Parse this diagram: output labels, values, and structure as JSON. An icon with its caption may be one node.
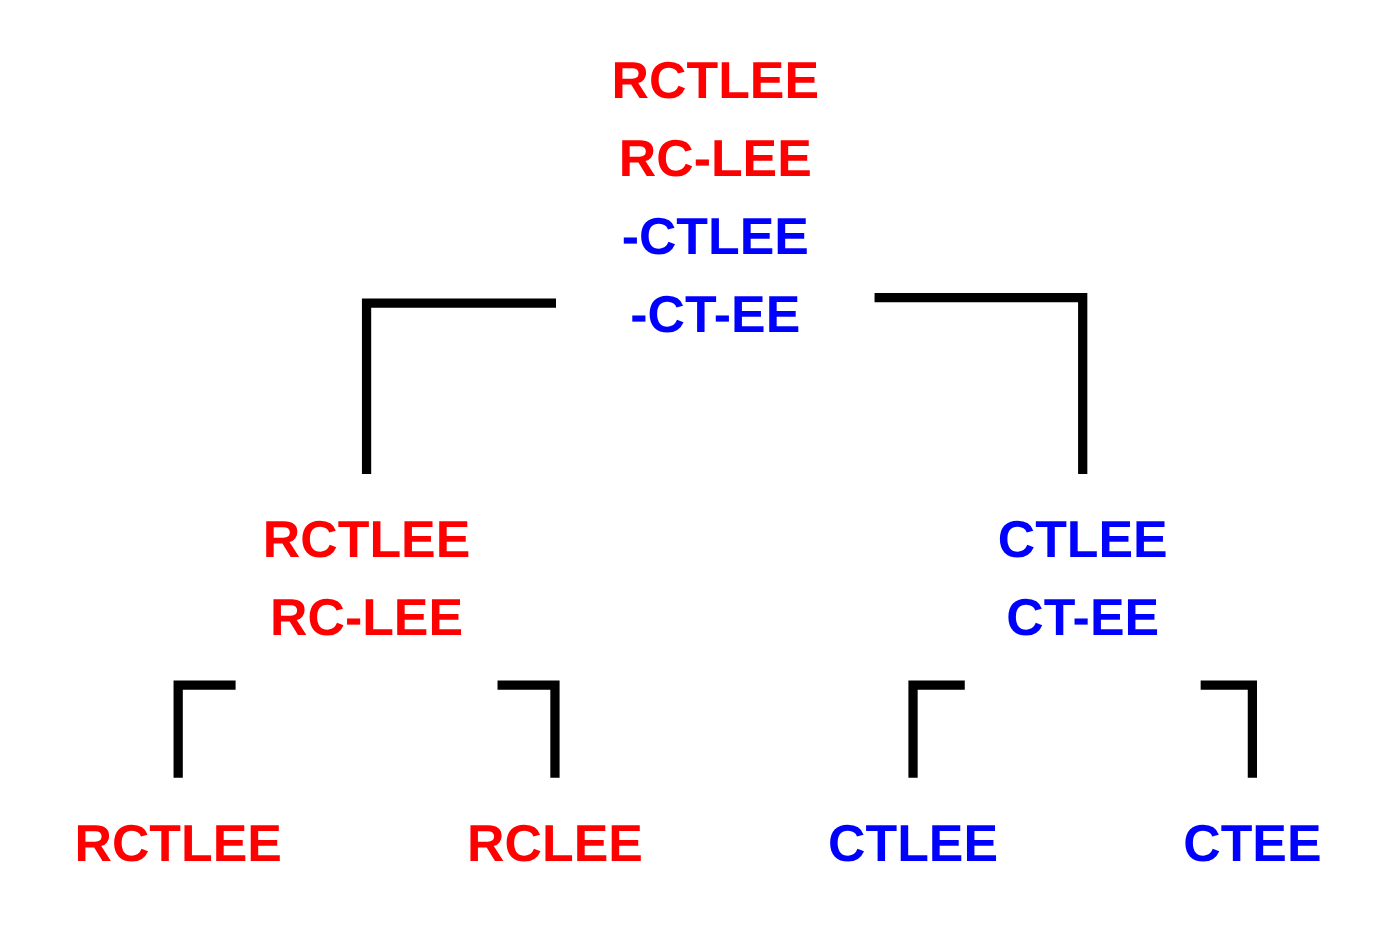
{
  "diagram": {
    "nodes": [
      {
        "text": [
          "RCTLEE",
          "RC-LEE",
          "-CTLEE",
          "-CT-EE"
        ]
      },
      {
        "text": [
          "RCTLEE",
          "RC-LEE"
        ]
      },
      {
        "text": [
          "CTLEE",
          "CT-EE"
        ]
      },
      {
        "text": [
          "RCTLEE"
        ]
      },
      {
        "text": [
          "RCLEE"
        ]
      },
      {
        "text": [
          "CTLEE"
        ]
      },
      {
        "text": [
          "CTEE"
        ]
      }
    ],
    "edges": [
      {
        "from": 0,
        "to": 1,
        "arrow": "none"
      },
      {
        "from": 0,
        "to": 2,
        "arrow": "none"
      },
      {
        "from": 1,
        "to": 3,
        "arrow": "none"
      },
      {
        "from": 1,
        "to": 4,
        "arrow": "none"
      },
      {
        "from": 2,
        "to": 5,
        "arrow": "none"
      },
      {
        "from": 2,
        "to": 6,
        "arrow": "none"
      }
    ]
  }
}
